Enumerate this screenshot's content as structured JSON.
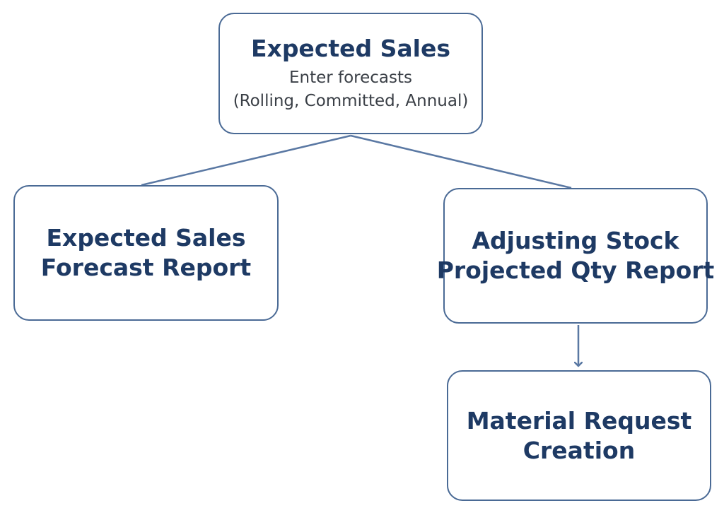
{
  "diagram": {
    "colors": {
      "border": "#4a6a95",
      "title_text": "#1e3a64",
      "body_text": "#3a3f46",
      "connector": "#5a78a3"
    },
    "nodes": {
      "expected_sales": {
        "title": "Expected Sales",
        "subtitle_line1": "Enter forecasts",
        "subtitle_line2": "(Rolling, Committed, Annual)"
      },
      "forecast_report": {
        "title_line1": "Expected Sales",
        "title_line2": "Forecast Report"
      },
      "stock_report": {
        "title_line1": "Adjusting Stock",
        "title_line2": "Projected Qty Report"
      },
      "material_request": {
        "title_line1": "Material Request",
        "title_line2": "Creation"
      }
    },
    "edges": [
      {
        "from": "expected_sales",
        "to": "forecast_report",
        "arrow": false
      },
      {
        "from": "expected_sales",
        "to": "stock_report",
        "arrow": false
      },
      {
        "from": "stock_report",
        "to": "material_request",
        "arrow": true
      }
    ]
  }
}
